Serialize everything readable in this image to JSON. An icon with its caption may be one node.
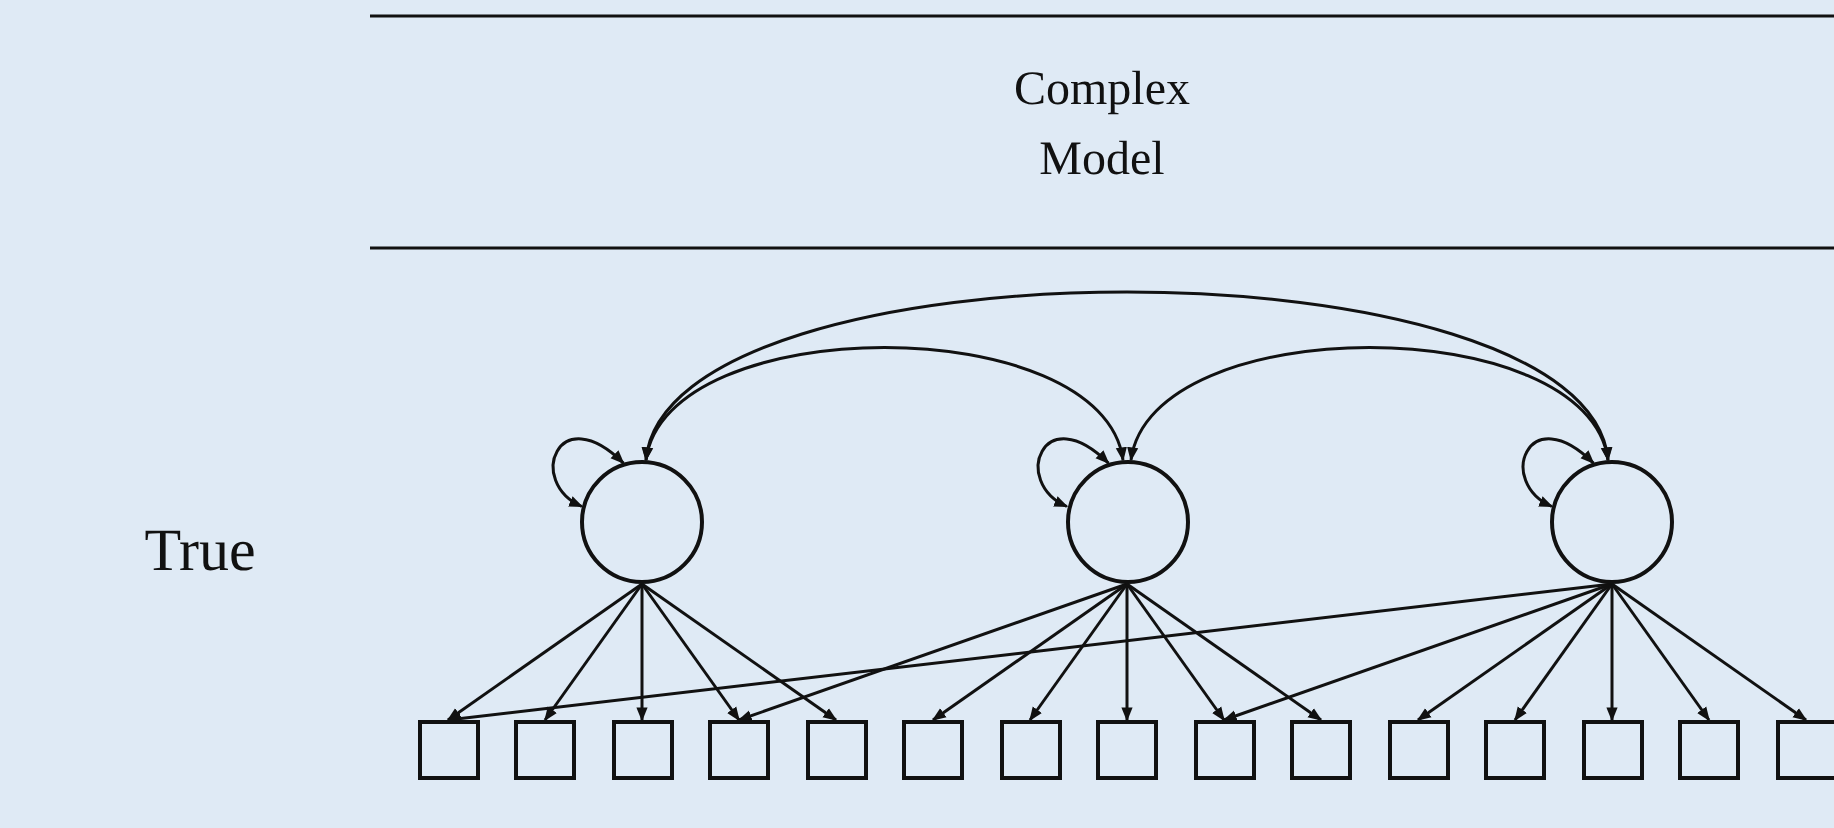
{
  "diagram": {
    "nodes": [
      {
        "text": [],
        "shape": "circle"
      },
      {
        "text": [],
        "shape": "circle"
      },
      {
        "text": [],
        "shape": "circle"
      },
      {
        "text": [],
        "shape": "box"
      },
      {
        "text": [],
        "shape": "box"
      },
      {
        "text": [],
        "shape": "box"
      },
      {
        "text": [],
        "shape": "box"
      },
      {
        "text": [],
        "shape": "box"
      },
      {
        "text": [],
        "shape": "box"
      },
      {
        "text": [],
        "shape": "box"
      },
      {
        "text": [],
        "shape": "box"
      },
      {
        "text": [],
        "shape": "box"
      },
      {
        "text": [],
        "shape": "box"
      },
      {
        "text": [],
        "shape": "box"
      },
      {
        "text": [],
        "shape": "box"
      },
      {
        "text": [],
        "shape": "box"
      },
      {
        "text": [],
        "shape": "box"
      },
      {
        "text": [],
        "shape": "box"
      }
    ],
    "edges": [
      {
        "from": 0,
        "to": 2,
        "arrow": "both"
      },
      {
        "from": 0,
        "to": 1,
        "arrow": "both"
      },
      {
        "from": 1,
        "to": 2,
        "arrow": "both"
      },
      {
        "from": 0,
        "to": 0,
        "arrow": "both"
      },
      {
        "from": 1,
        "to": 1,
        "arrow": "both"
      },
      {
        "from": 2,
        "to": 2,
        "arrow": "both"
      },
      {
        "from": 0,
        "to": 3,
        "arrow": "to"
      },
      {
        "from": 0,
        "to": 4,
        "arrow": "to"
      },
      {
        "from": 0,
        "to": 5,
        "arrow": "to"
      },
      {
        "from": 0,
        "to": 6,
        "arrow": "to"
      },
      {
        "from": 0,
        "to": 7,
        "arrow": "to"
      },
      {
        "from": 1,
        "to": 6,
        "arrow": "to"
      },
      {
        "from": 1,
        "to": 8,
        "arrow": "to"
      },
      {
        "from": 1,
        "to": 9,
        "arrow": "to"
      },
      {
        "from": 1,
        "to": 10,
        "arrow": "to"
      },
      {
        "from": 1,
        "to": 11,
        "arrow": "to"
      },
      {
        "from": 1,
        "to": 12,
        "arrow": "to"
      },
      {
        "from": 2,
        "to": 3,
        "arrow": "to"
      },
      {
        "from": 2,
        "to": 11,
        "arrow": "to"
      },
      {
        "from": 2,
        "to": 13,
        "arrow": "to"
      },
      {
        "from": 2,
        "to": 14,
        "arrow": "to"
      },
      {
        "from": 2,
        "to": 15,
        "arrow": "to"
      },
      {
        "from": 2,
        "to": 16,
        "arrow": "to"
      },
      {
        "from": 2,
        "to": 17,
        "arrow": "to"
      }
    ],
    "labels": [
      "Complex Model",
      "True"
    ]
  }
}
